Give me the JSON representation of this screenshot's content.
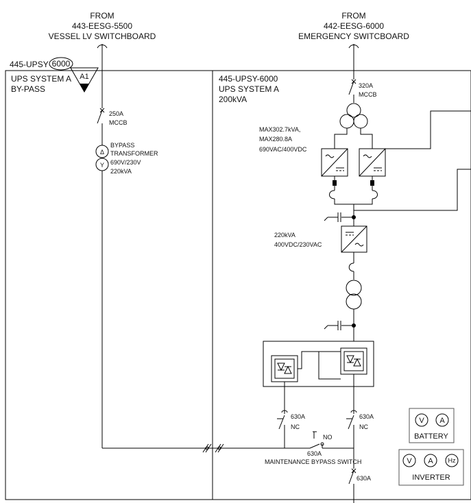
{
  "sources": {
    "left": {
      "from": "FROM",
      "id": "443-EESG-5500",
      "name": "VESSEL LV SWITCHBOARD"
    },
    "right": {
      "from": "FROM",
      "id": "442-EESG-6000",
      "name": "EMERGENCY SWITCBOARD"
    }
  },
  "tag": {
    "prefix": "445-UPSY",
    "bubble": "6000",
    "alarm": "A1"
  },
  "bypass_panel": {
    "line1": "UPS SYSTEM A",
    "line2": "BY-PASS"
  },
  "ups_panel": {
    "id": "445-UPSY-6000",
    "line1": "UPS SYSTEM A",
    "line2": "200kVA"
  },
  "bypass_breaker": {
    "rating": "250A",
    "type": "MCCB"
  },
  "bypass_transformer": {
    "line1": "BYPASS",
    "line2": "TRANSFORMER",
    "line3": "690V/230V",
    "line4": "220kVA",
    "sym_top": "Δ",
    "sym_bottom": "Y"
  },
  "input_breaker": {
    "rating": "320A",
    "type": "MCCB"
  },
  "rectifier": {
    "line1": "MAX302.7kVA,",
    "line2": "MAX280.8A",
    "line3": "690VAC/400VDC"
  },
  "inverter": {
    "line1": "220kVA",
    "line2": "400VDC/230VAC"
  },
  "switches": {
    "left_rating": "630A",
    "left_state": "NC",
    "right_rating": "630A",
    "right_state": "NC",
    "maint_state": "NO",
    "maint_rating": "630A",
    "maint_label": "MAINTENANCE BYPASS SWITCH",
    "output_rating": "630A"
  },
  "battery_meters": {
    "v": "V",
    "a": "A",
    "label": "BATTERY"
  },
  "inverter_meters": {
    "v": "V",
    "a": "A",
    "hz": "Hz",
    "label": "INVERTER"
  }
}
